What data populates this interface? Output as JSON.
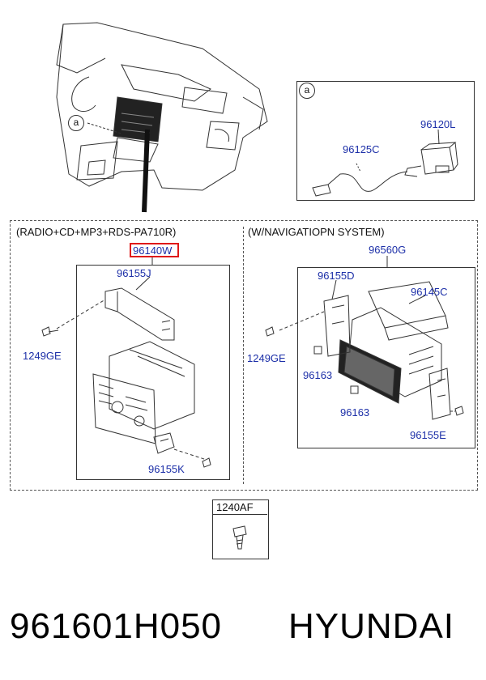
{
  "callout_letter": "a",
  "detail_a": {
    "letter": "a",
    "parts": [
      "96120L",
      "96125C"
    ]
  },
  "radio_group": {
    "title": "(RADIO+CD+MP3+RDS-PA710R)",
    "assembly": "96140W",
    "bracket": "96155J",
    "screw": "1249GE",
    "bracket2": "96155K"
  },
  "nav_group": {
    "title": "(W/NAVIGATIOPN SYSTEM)",
    "assembly": "96560G",
    "bracket": "96155D",
    "unit": "96145C",
    "screw": "1249GE",
    "clip1": "96163",
    "clip2": "96163",
    "bracket2": "96155E"
  },
  "bolt_box": {
    "part": "1240AF"
  },
  "footer": {
    "part_number": "961601H050",
    "brand": "HYUNDAI"
  },
  "colors": {
    "label": "#1c2fa8",
    "highlight": "#e01818"
  }
}
